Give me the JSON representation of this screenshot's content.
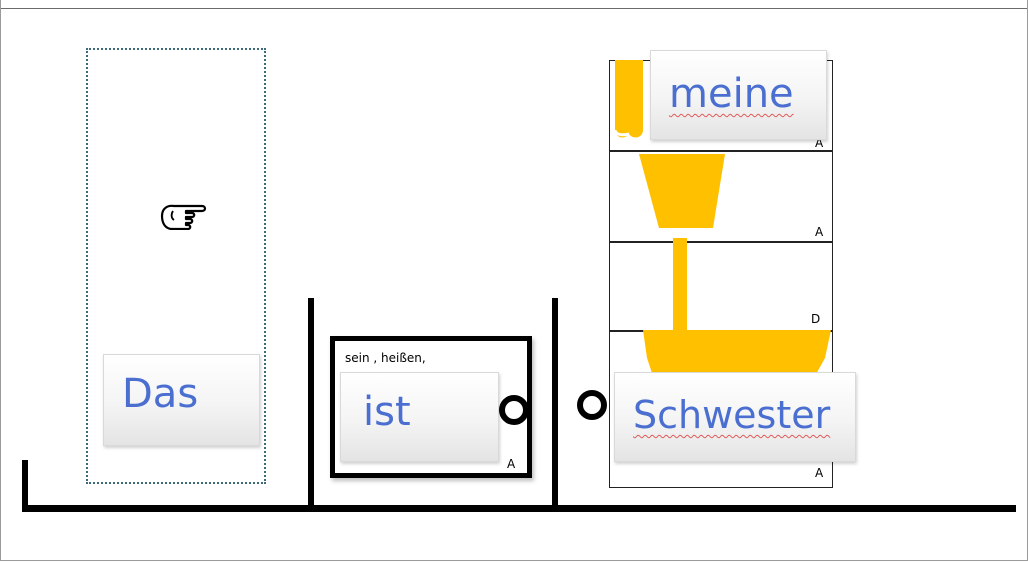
{
  "cards": {
    "das": "Das",
    "ist": "ist",
    "meine": "meine",
    "schwester": "Schwester"
  },
  "verb_box": {
    "line1": "sein , heißen,"
  },
  "shelf_labels": {
    "row1": "A",
    "row2": "A",
    "row3": "D",
    "row4": "A",
    "verb": "A"
  },
  "icons": {
    "pointer": "hand-pointer-icon",
    "lamp": "lamp-icon"
  },
  "colors": {
    "word_text": "#4a6fd0",
    "lamp": "#ffc000",
    "spellcheck": "#e05a5a"
  }
}
